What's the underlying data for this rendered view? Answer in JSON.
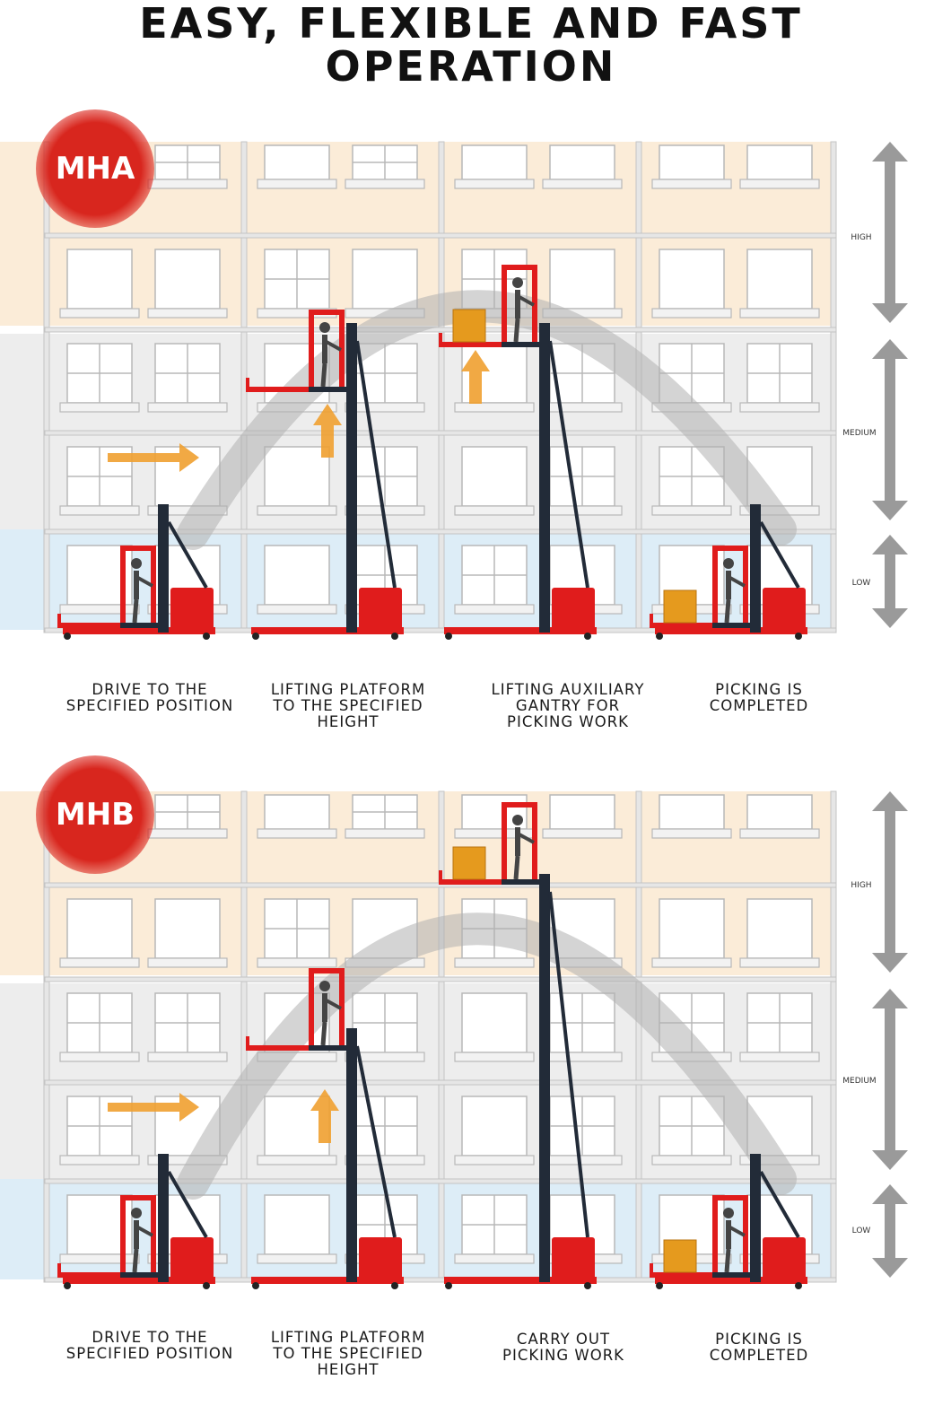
{
  "title": {
    "line1": "EASY, FLEXIBLE AND FAST",
    "line2": "OPERATION"
  },
  "panels": [
    {
      "badge": "MHA",
      "levels": [
        "HIGH",
        "MEDIUM",
        "LOW"
      ],
      "steps": [
        [
          "DRIVE TO THE",
          "SPECIFIED POSITION"
        ],
        [
          "LIFTING PLATFORM",
          "TO THE SPECIFIED",
          "HEIGHT"
        ],
        [
          "LIFTING AUXILIARY",
          "GANTRY FOR",
          "PICKING WORK"
        ],
        [
          "PICKING IS",
          "COMPLETED"
        ]
      ]
    },
    {
      "badge": "MHB",
      "levels": [
        "HIGH",
        "MEDIUM",
        "LOW"
      ],
      "steps": [
        [
          "DRIVE TO THE",
          "SPECIFIED POSITION"
        ],
        [
          "LIFTING PLATFORM",
          "TO THE SPECIFIED",
          "HEIGHT"
        ],
        [
          "CARRY OUT",
          "PICKING WORK"
        ],
        [
          "PICKING IS",
          "COMPLETED"
        ]
      ]
    }
  ],
  "colors": {
    "high": "#f8dcb8",
    "medium": "#dcdcdc",
    "low": "#cfe6f3",
    "truck": "#e01c1c",
    "mast": "#222b38",
    "arrow": "#f0a030",
    "level_arrow": "#9a9a9a"
  }
}
